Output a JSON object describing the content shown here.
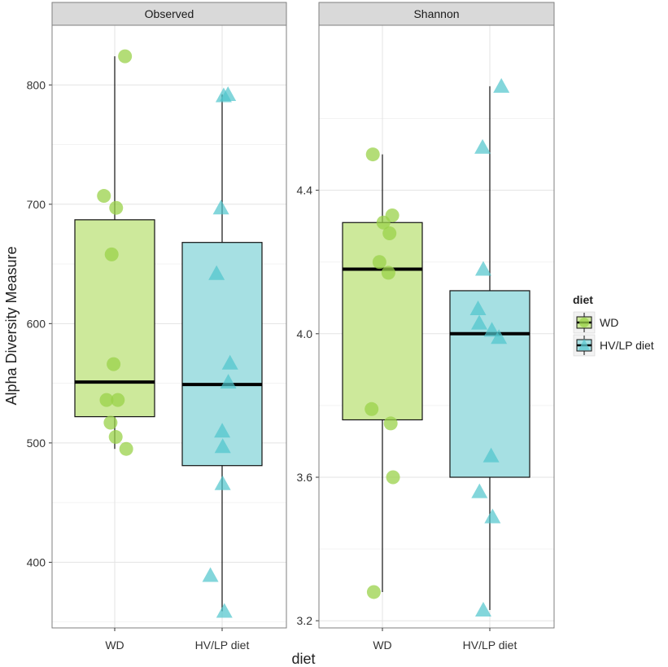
{
  "chart_data": {
    "type": "box",
    "ylabel": "Alpha Diversity Measure",
    "xlabel": "diet",
    "categories": [
      "WD",
      "HV/LP diet"
    ],
    "legend": {
      "title": "diet",
      "position": "right",
      "entries": [
        {
          "label": "WD",
          "fill": "#cde99b",
          "color": "#9ad24a"
        },
        {
          "label": "HV/LP diet",
          "fill": "#a6e0e3",
          "color": "#5ec9d1"
        }
      ]
    },
    "colors": {
      "WD_point": "#9ad24a",
      "HV_point": "#4fc4cc",
      "WD_box": "#cde99b",
      "HV_box": "#a6e0e3"
    },
    "grid": true,
    "panels": [
      {
        "strip": "Observed",
        "ylim": [
          345,
          850
        ],
        "yticks": [
          400,
          500,
          600,
          700,
          800
        ],
        "ytick_labels": [
          "400",
          "500",
          "600",
          "700",
          "800"
        ],
        "boxes": [
          {
            "category": "WD",
            "min": 495,
            "q1": 522,
            "median": 551,
            "q3": 687,
            "max": 824
          },
          {
            "category": "HV/LP diet",
            "min": 359,
            "q1": 481,
            "median": 549,
            "q3": 668,
            "max": 792
          }
        ],
        "points": [
          {
            "category": "WD",
            "values": [
              824,
              707,
              697,
              658,
              566,
              536,
              536,
              517,
              505,
              495
            ]
          },
          {
            "category": "HV/LP diet",
            "values": [
              792,
              791,
              697,
              642,
              567,
              551,
              510,
              497,
              466,
              389,
              359
            ]
          }
        ]
      },
      {
        "strip": "Shannon",
        "ylim": [
          3.18,
          4.86
        ],
        "yticks": [
          3.2,
          3.6,
          4.0,
          4.4
        ],
        "ytick_labels": [
          "3.2",
          "3.6",
          "4.0",
          "4.4"
        ],
        "boxes": [
          {
            "category": "WD",
            "min": 3.28,
            "q1": 3.76,
            "median": 4.18,
            "q3": 4.31,
            "max": 4.5
          },
          {
            "category": "HV/LP diet",
            "min": 3.23,
            "q1": 3.6,
            "median": 4.0,
            "q3": 4.12,
            "max": 4.69
          }
        ],
        "points": [
          {
            "category": "WD",
            "values": [
              4.5,
              4.33,
              4.31,
              4.28,
              4.2,
              4.17,
              3.79,
              3.75,
              3.6,
              3.28
            ]
          },
          {
            "category": "HV/LP diet",
            "values": [
              4.69,
              4.52,
              4.18,
              4.07,
              4.03,
              4.01,
              3.99,
              3.66,
              3.56,
              3.49,
              3.23
            ]
          }
        ]
      }
    ]
  }
}
